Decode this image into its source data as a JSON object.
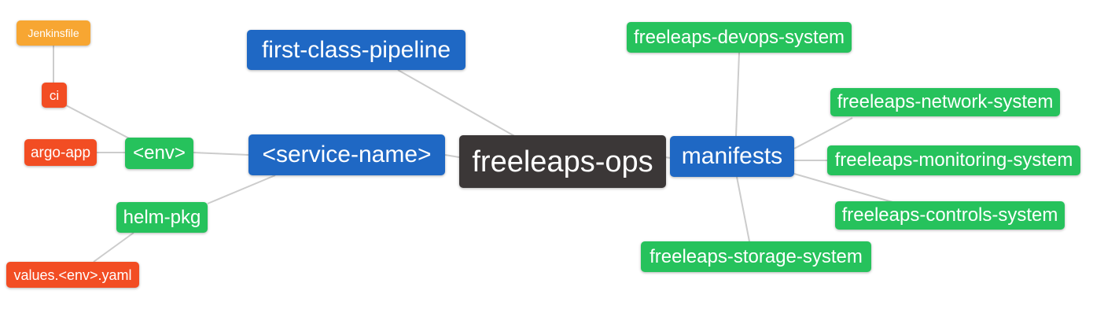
{
  "diagram": {
    "type": "mindmap",
    "root": "freeleaps-ops",
    "palette": {
      "blue": "#1f68c4",
      "green": "#26c25c",
      "red": "#f24d23",
      "orange": "#f7a632",
      "dark": "#3b3737",
      "line": "#cccccc",
      "text": "#ffffff",
      "background": "#ffffff"
    }
  },
  "nodes": {
    "root": {
      "label": "freeleaps-ops"
    },
    "pipeline": {
      "label": "first-class-pipeline"
    },
    "service": {
      "label": "<service-name>"
    },
    "env": {
      "label": "<env>"
    },
    "ci": {
      "label": "ci"
    },
    "jenkinsfile": {
      "label": "Jenkinsfile"
    },
    "argo": {
      "label": "argo-app"
    },
    "helm": {
      "label": "helm-pkg"
    },
    "values": {
      "label": "values.<env>.yaml"
    },
    "manifests": {
      "label": "manifests"
    },
    "devops": {
      "label": "freeleaps-devops-system"
    },
    "network": {
      "label": "freeleaps-network-system"
    },
    "monitoring": {
      "label": "freeleaps-monitoring-system"
    },
    "controls": {
      "label": "freeleaps-controls-system"
    },
    "storage": {
      "label": "freeleaps-storage-system"
    }
  },
  "edges": [
    {
      "from": "jenkinsfile",
      "to": "ci"
    },
    {
      "from": "ci",
      "to": "env"
    },
    {
      "from": "argo",
      "to": "env"
    },
    {
      "from": "env",
      "to": "service"
    },
    {
      "from": "helm",
      "to": "service"
    },
    {
      "from": "values",
      "to": "helm"
    },
    {
      "from": "service",
      "to": "root"
    },
    {
      "from": "pipeline",
      "to": "root"
    },
    {
      "from": "root",
      "to": "manifests"
    },
    {
      "from": "manifests",
      "to": "devops"
    },
    {
      "from": "manifests",
      "to": "network"
    },
    {
      "from": "manifests",
      "to": "monitoring"
    },
    {
      "from": "manifests",
      "to": "controls"
    },
    {
      "from": "manifests",
      "to": "storage"
    }
  ]
}
